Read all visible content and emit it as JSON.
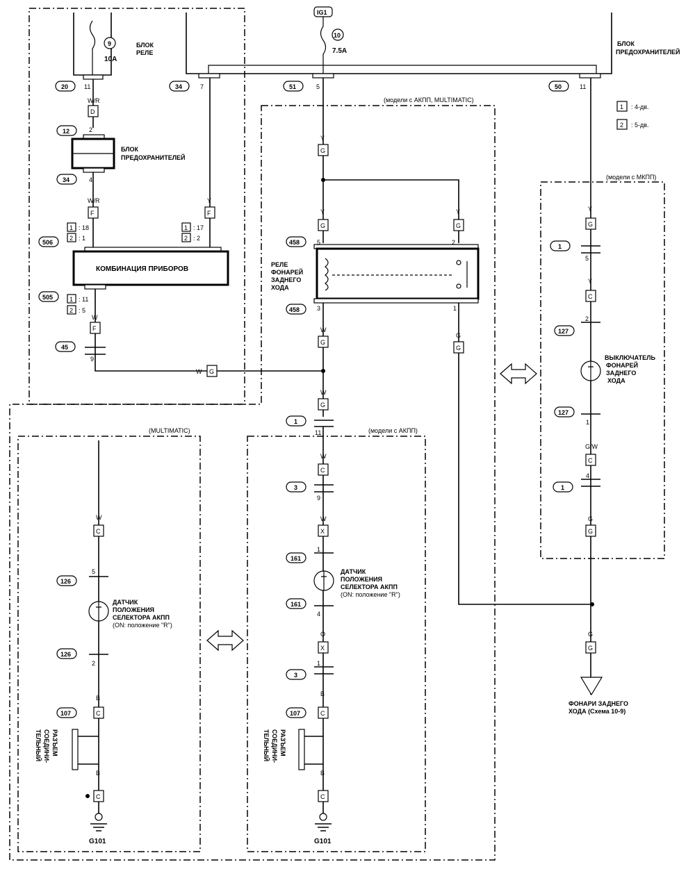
{
  "supply": {
    "ig": "IG1",
    "fuse_num": "10",
    "fuse_rating": "7.5A"
  },
  "relay_box": {
    "label1": "БЛОК",
    "label2": "РЕЛЕ",
    "fuse_num": "9",
    "fuse_rating": "10A"
  },
  "fuse_box_top": {
    "label1": "БЛОК",
    "label2": "ПРЕДОХРАНИТЕЛЕЙ"
  },
  "fuse_box_left": {
    "label1": "БЛОК",
    "label2": "ПРЕДОХРАНИТЕЛЕЙ"
  },
  "legend": {
    "item1_num": "1",
    "item1_text": ": 4-дв.",
    "item2_num": "2",
    "item2_text": ": 5-дв."
  },
  "group_labels": {
    "at_multimatic": "(модели с АКПП, MULTIMATIC)",
    "mt": "(модели с МКПП)",
    "multimatic": "(MULTIMATIC)",
    "at": "(модели с АКПП)"
  },
  "connectors": {
    "c20": "20",
    "c34a": "34",
    "c51": "51",
    "c50": "50",
    "c12": "12",
    "c34b": "34",
    "c506": "506",
    "c505": "505",
    "c45": "45",
    "c458a": "458",
    "c458b": "458",
    "c1a": "1",
    "c1b": "1",
    "c127a": "127",
    "c127b": "127",
    "c1c": "1",
    "c3a": "3",
    "c161a": "161",
    "c161b": "161",
    "c3b": "3",
    "c107a": "107",
    "c107b": "107",
    "c126a": "126",
    "c126b": "126"
  },
  "pins": {
    "p11a": "11",
    "p7": "7",
    "p5a": "5",
    "p11b": "11",
    "p2a": "2",
    "p4a": "4",
    "p5r": "5",
    "p2r": "2",
    "p3r": "3",
    "p1r": "1",
    "p9a": "9",
    "p5b": "5",
    "p2b": "2",
    "p1b": "1",
    "p4b": "4",
    "p11c": "11",
    "p9b": "9",
    "p1c": "1",
    "p4c": "4",
    "p1d": "1",
    "p5c": "5",
    "p2c": "2"
  },
  "cluster": {
    "label": "КОМБИНАЦИЯ ПРИБОРОВ",
    "in_left_1": ": 18",
    "in_left_2": ": 1",
    "in_right_1": ": 17",
    "in_right_2": ": 2",
    "out_1": ": 11",
    "out_2": ": 5",
    "n1": "1",
    "n2": "2"
  },
  "wires": {
    "wr1": "W/R",
    "wr2": "W/R",
    "y1": "Y",
    "y2": "Y",
    "y3": "Y",
    "y4": "Y",
    "y5": "Y",
    "y6": "Y",
    "w1": "W",
    "w2": "W",
    "w3": "W",
    "w4": "W",
    "w5": "W",
    "w6": "W",
    "w7": "W",
    "g1": "G",
    "g2": "G",
    "g3": "G",
    "gw": "G/W",
    "o1": "O",
    "b1": "B",
    "b2": "B",
    "b3": "B",
    "b4": "B"
  },
  "terminals": {
    "D": "D",
    "F": "F",
    "G": "G",
    "C": "C",
    "X": "X"
  },
  "relay": {
    "l1": "РЕЛЕ",
    "l2": "ФОНАРЕЙ",
    "l3": "ЗАДНЕГО",
    "l4": "ХОДА"
  },
  "mt_switch": {
    "l1": "ВЫКЛЮЧАТЕЛЬ",
    "l2": "ФОНАРЕЙ",
    "l3": "ЗАДНЕГО",
    "l4": "ХОДА"
  },
  "sensor": {
    "l1": "ДАТЧИК",
    "l2": "ПОЛОЖЕНИЯ",
    "l3": "СЕЛЕКТОРА АКПП",
    "l4": "(ON: положение \"R\")"
  },
  "connector_block": {
    "l1": "СОЕДИНИ-",
    "l2": "ТЕЛЬНЫЙ",
    "l3": "РАЗЪЕМ"
  },
  "ground": "G101",
  "lamps": {
    "l1": "ФОНАРИ ЗАДНЕГО",
    "l2": "ХОДА (Схема 10-9)"
  }
}
